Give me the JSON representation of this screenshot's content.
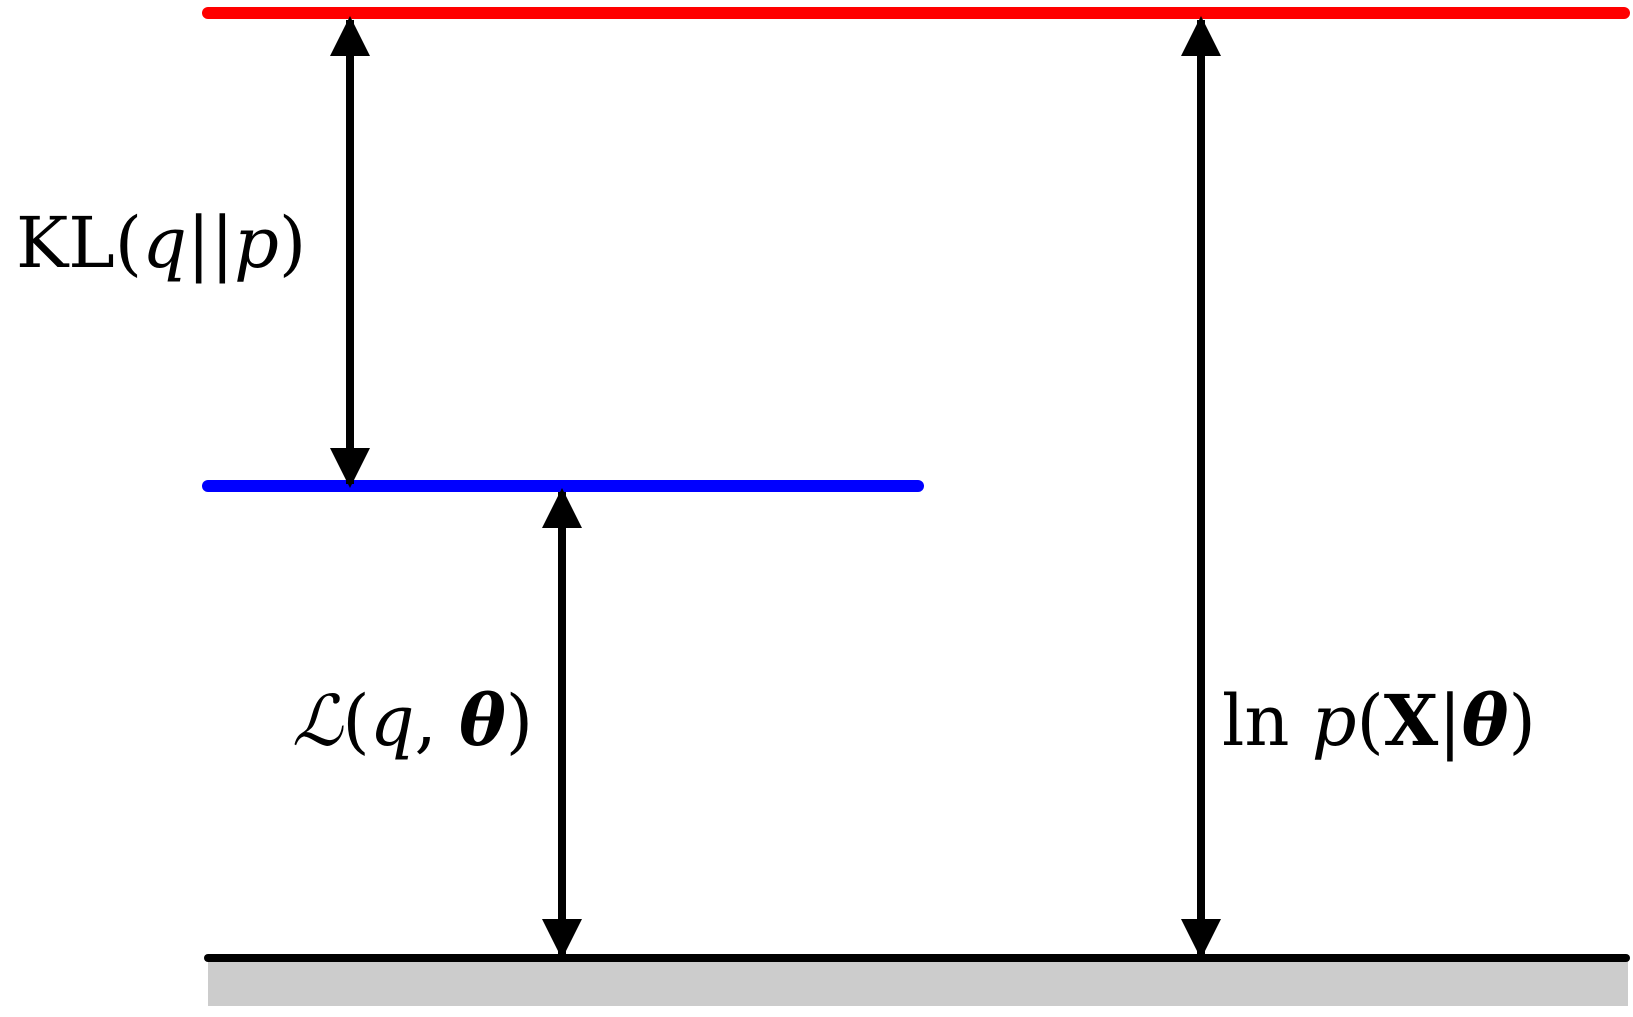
{
  "colors": {
    "upper_level": "#ff0000",
    "middle_level": "#0000ff",
    "base_level": "#000000",
    "base_fill": "#cccccc",
    "arrows": "#000000"
  },
  "labels": {
    "kl": {
      "prefix": "KL(",
      "q": "q",
      "sep": "||",
      "p": "p",
      "suffix": ")"
    },
    "lower_bound": {
      "symbol": "ℒ",
      "open": "(",
      "q": "q",
      "comma": ", ",
      "theta": "θ",
      "close": ")"
    },
    "log_likelihood": {
      "ln": "ln ",
      "p": "p",
      "open": "(",
      "x": "X",
      "bar": "|",
      "theta": "θ",
      "close": ")"
    }
  }
}
